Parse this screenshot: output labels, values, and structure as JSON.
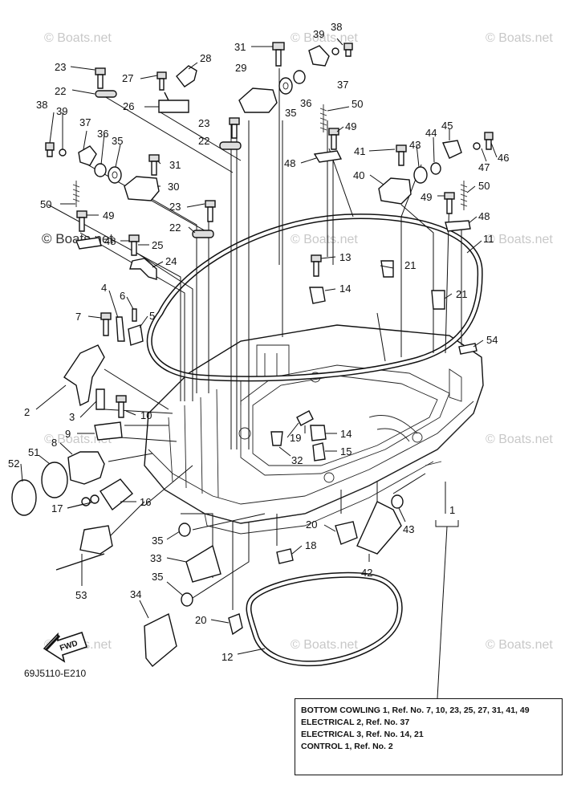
{
  "watermark": "© Boats.net",
  "diagram_code": "69J5110-E210",
  "fwd_label": "FWD",
  "callouts": [
    {
      "id": "c38a",
      "text": "38"
    },
    {
      "id": "c39a",
      "text": "39"
    },
    {
      "id": "c31a",
      "text": "31"
    },
    {
      "id": "c29",
      "text": "29"
    },
    {
      "id": "c28",
      "text": "28"
    },
    {
      "id": "c27",
      "text": "27"
    },
    {
      "id": "c23a",
      "text": "23"
    },
    {
      "id": "c22a",
      "text": "22"
    },
    {
      "id": "c26",
      "text": "26"
    },
    {
      "id": "c37a",
      "text": "37"
    },
    {
      "id": "c36a",
      "text": "36"
    },
    {
      "id": "c35a",
      "text": "35"
    },
    {
      "id": "c50a",
      "text": "50"
    },
    {
      "id": "c49a",
      "text": "49"
    },
    {
      "id": "c48a",
      "text": "48"
    },
    {
      "id": "c38b",
      "text": "38"
    },
    {
      "id": "c39b",
      "text": "39"
    },
    {
      "id": "c37b",
      "text": "37"
    },
    {
      "id": "c36b",
      "text": "36"
    },
    {
      "id": "c35b",
      "text": "35"
    },
    {
      "id": "c31b",
      "text": "31"
    },
    {
      "id": "c30",
      "text": "30"
    },
    {
      "id": "c23b",
      "text": "23"
    },
    {
      "id": "c22b",
      "text": "22"
    },
    {
      "id": "c23c",
      "text": "23"
    },
    {
      "id": "c22c",
      "text": "22"
    },
    {
      "id": "c50b",
      "text": "50"
    },
    {
      "id": "c49b",
      "text": "49"
    },
    {
      "id": "c48b",
      "text": "48"
    },
    {
      "id": "c25",
      "text": "25"
    },
    {
      "id": "c24",
      "text": "24"
    },
    {
      "id": "c44",
      "text": "44"
    },
    {
      "id": "c45",
      "text": "45"
    },
    {
      "id": "c41",
      "text": "41"
    },
    {
      "id": "c43a",
      "text": "43"
    },
    {
      "id": "c47",
      "text": "47"
    },
    {
      "id": "c46",
      "text": "46"
    },
    {
      "id": "c40",
      "text": "40"
    },
    {
      "id": "c49c",
      "text": "49"
    },
    {
      "id": "c50c",
      "text": "50"
    },
    {
      "id": "c48c",
      "text": "48"
    },
    {
      "id": "c11",
      "text": "11"
    },
    {
      "id": "c13",
      "text": "13"
    },
    {
      "id": "c21a",
      "text": "21"
    },
    {
      "id": "c14a",
      "text": "14"
    },
    {
      "id": "c21b",
      "text": "21"
    },
    {
      "id": "c54",
      "text": "54"
    },
    {
      "id": "c4",
      "text": "4"
    },
    {
      "id": "c6",
      "text": "6"
    },
    {
      "id": "c7",
      "text": "7"
    },
    {
      "id": "c5",
      "text": "5"
    },
    {
      "id": "c2",
      "text": "2"
    },
    {
      "id": "c3",
      "text": "3"
    },
    {
      "id": "c10",
      "text": "10"
    },
    {
      "id": "c9",
      "text": "9"
    },
    {
      "id": "c8",
      "text": "8"
    },
    {
      "id": "c51",
      "text": "51"
    },
    {
      "id": "c52",
      "text": "52"
    },
    {
      "id": "c17",
      "text": "17"
    },
    {
      "id": "c16",
      "text": "16"
    },
    {
      "id": "c19",
      "text": "19"
    },
    {
      "id": "c14b",
      "text": "14"
    },
    {
      "id": "c15",
      "text": "15"
    },
    {
      "id": "c32",
      "text": "32"
    },
    {
      "id": "c1",
      "text": "1"
    },
    {
      "id": "c20a",
      "text": "20"
    },
    {
      "id": "c43b",
      "text": "43"
    },
    {
      "id": "c18",
      "text": "18"
    },
    {
      "id": "c42",
      "text": "42"
    },
    {
      "id": "c35c",
      "text": "35"
    },
    {
      "id": "c33",
      "text": "33"
    },
    {
      "id": "c35d",
      "text": "35"
    },
    {
      "id": "c53",
      "text": "53"
    },
    {
      "id": "c34",
      "text": "34"
    },
    {
      "id": "c20b",
      "text": "20"
    },
    {
      "id": "c12",
      "text": "12"
    }
  ],
  "reference_box": [
    "BOTTOM COWLING 1,  Ref. No. 7, 10, 23, 25, 27, 31, 41, 49",
    "ELECTRICAL 2,  Ref. No. 37",
    "ELECTRICAL 3,  Ref. No. 14, 21",
    "CONTROL 1,  Ref. No. 2"
  ]
}
